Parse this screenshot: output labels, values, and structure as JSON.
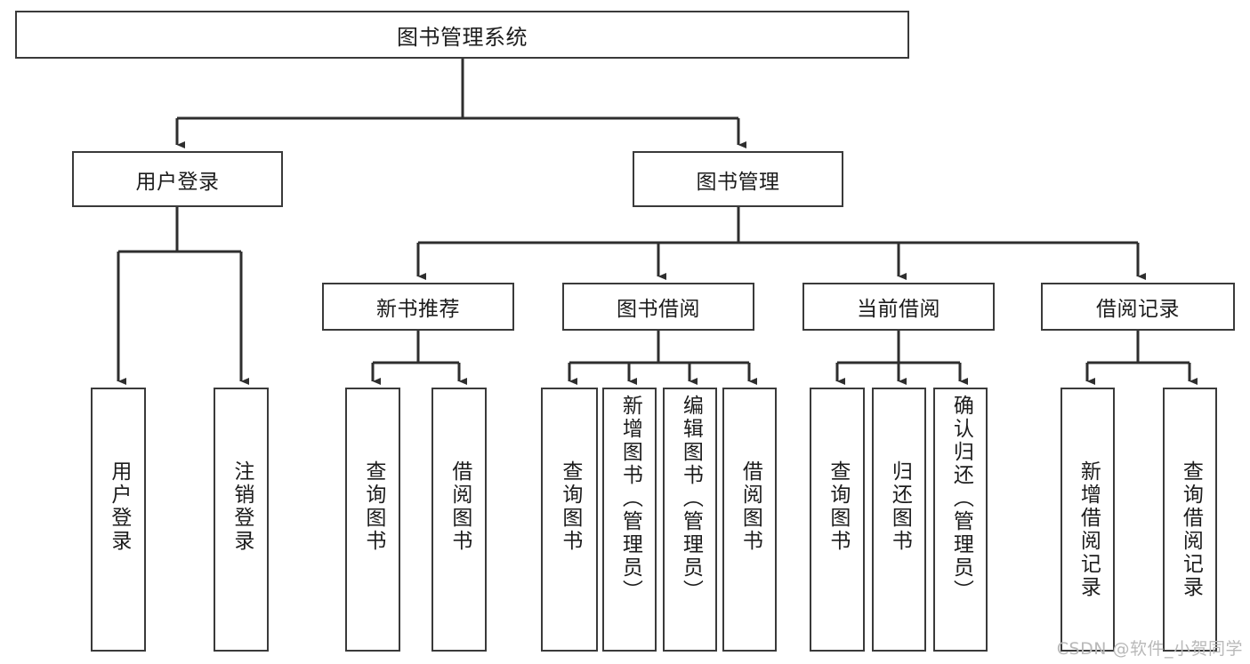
{
  "diagram": {
    "type": "hierarchy-tree",
    "title": "图书管理系统",
    "orientation": "top-down",
    "colors": {
      "box_border": "#3a3a3a",
      "box_fill": "#ffffff",
      "connector": "#2e2e2e",
      "text": "#1c1c1c",
      "watermark": "#b9b9b9",
      "background": "#ffffff"
    },
    "root": {
      "label": "图书管理系统"
    },
    "level2": [
      {
        "label": "用户登录"
      },
      {
        "label": "图书管理"
      }
    ],
    "level3": [
      {
        "label": "新书推荐"
      },
      {
        "label": "图书借阅"
      },
      {
        "label": "当前借阅"
      },
      {
        "label": "借阅记录"
      }
    ],
    "leaves": {
      "user_login": [
        {
          "label": "用户登录"
        },
        {
          "label": "注销登录"
        }
      ],
      "new_book": [
        {
          "label": "查询图书"
        },
        {
          "label": "借阅图书"
        }
      ],
      "book_borrow": [
        {
          "label": "查询图书"
        },
        {
          "label": "新增图书（管理员）"
        },
        {
          "label": "编辑图书（管理员）"
        },
        {
          "label": "借阅图书"
        }
      ],
      "current_borrow": [
        {
          "label": "查询图书"
        },
        {
          "label": "归还图书"
        },
        {
          "label": "确认归还（管理员）"
        }
      ],
      "borrow_record": [
        {
          "label": "新增借阅记录"
        },
        {
          "label": "查询借阅记录"
        }
      ]
    }
  },
  "watermark": {
    "text": "CSDN @软件_小贺同学"
  }
}
